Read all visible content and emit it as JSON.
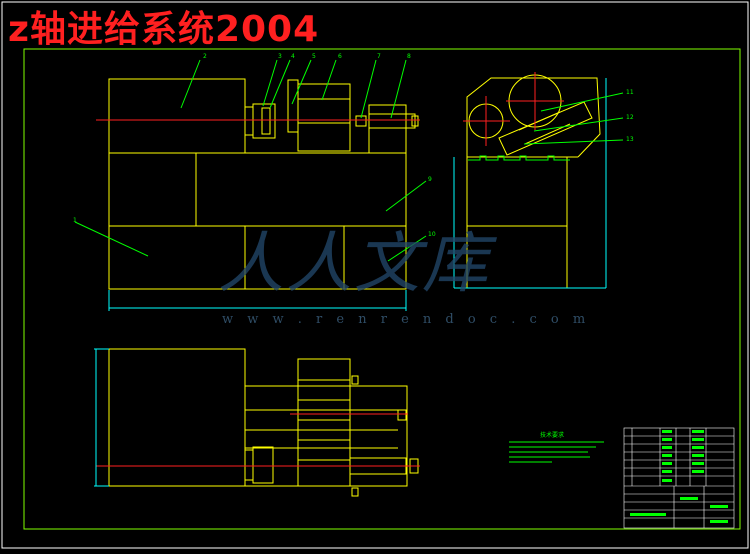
{
  "drawing": {
    "title": "z轴进给系统2004",
    "tech_requirements_title": "技术要求"
  },
  "watermark": {
    "text": "人人文库",
    "url": "w w w . r e n r e n d o c . c o m"
  },
  "balloons": [
    "1",
    "2",
    "3",
    "4",
    "5",
    "6",
    "7",
    "8",
    "9",
    "10",
    "11",
    "12",
    "13"
  ],
  "colors": {
    "background": "#000000",
    "outline": "#ffff00",
    "center_line": "#ff2020",
    "leader": "#00ff00",
    "dimension": "#00ffff",
    "border": "#7fff00",
    "watermark": "#22476a"
  }
}
